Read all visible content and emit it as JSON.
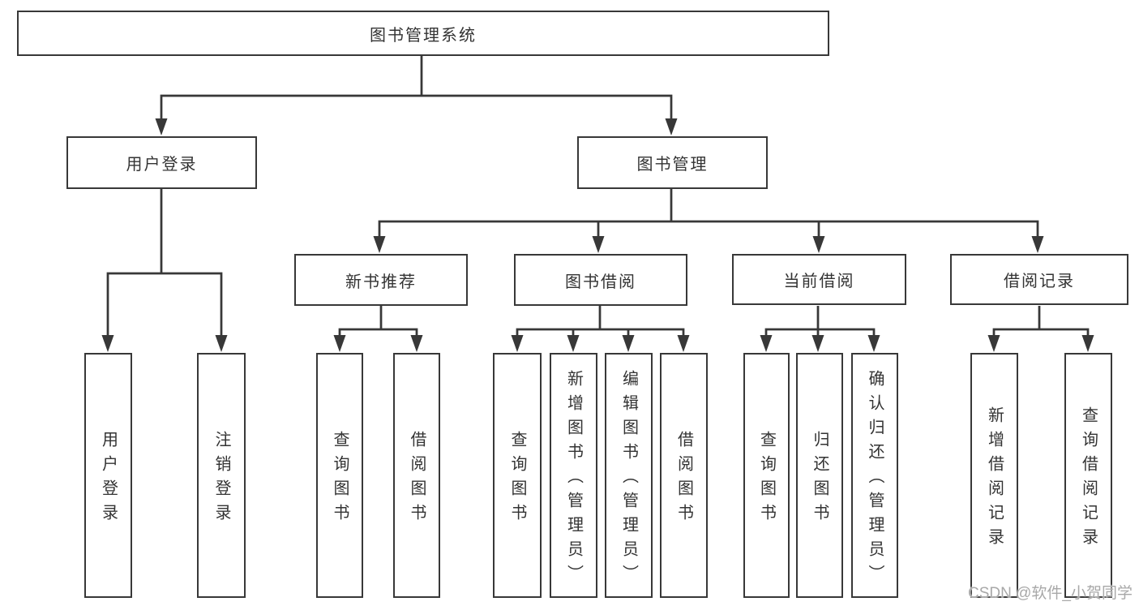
{
  "diagram": {
    "root": {
      "label": "图书管理系统"
    },
    "level2": [
      {
        "label": "用户登录"
      },
      {
        "label": "图书管理"
      }
    ],
    "level3": [
      {
        "label": "新书推荐"
      },
      {
        "label": "图书借阅"
      },
      {
        "label": "当前借阅"
      },
      {
        "label": "借阅记录"
      }
    ],
    "leaves": [
      {
        "parent": "用户登录",
        "label": "用户登录"
      },
      {
        "parent": "用户登录",
        "label": "注销登录"
      },
      {
        "parent": "新书推荐",
        "label": "查询图书"
      },
      {
        "parent": "新书推荐",
        "label": "借阅图书"
      },
      {
        "parent": "图书借阅",
        "label": "查询图书"
      },
      {
        "parent": "图书借阅",
        "label": "新增图书（管理员）"
      },
      {
        "parent": "图书借阅",
        "label": "编辑图书（管理员）"
      },
      {
        "parent": "图书借阅",
        "label": "借阅图书"
      },
      {
        "parent": "当前借阅",
        "label": "查询图书"
      },
      {
        "parent": "当前借阅",
        "label": "归还图书"
      },
      {
        "parent": "当前借阅",
        "label": "确认归还（管理员）"
      },
      {
        "parent": "借阅记录",
        "label": "新增借阅记录"
      },
      {
        "parent": "借阅记录",
        "label": "查询借阅记录"
      }
    ]
  },
  "watermark": {
    "text": "CSDN @软件_小贺同学"
  },
  "colors": {
    "line": "#383838",
    "box_border": "#383838",
    "text": "#333333",
    "watermark": "#a8a8a8",
    "background": "#ffffff"
  }
}
